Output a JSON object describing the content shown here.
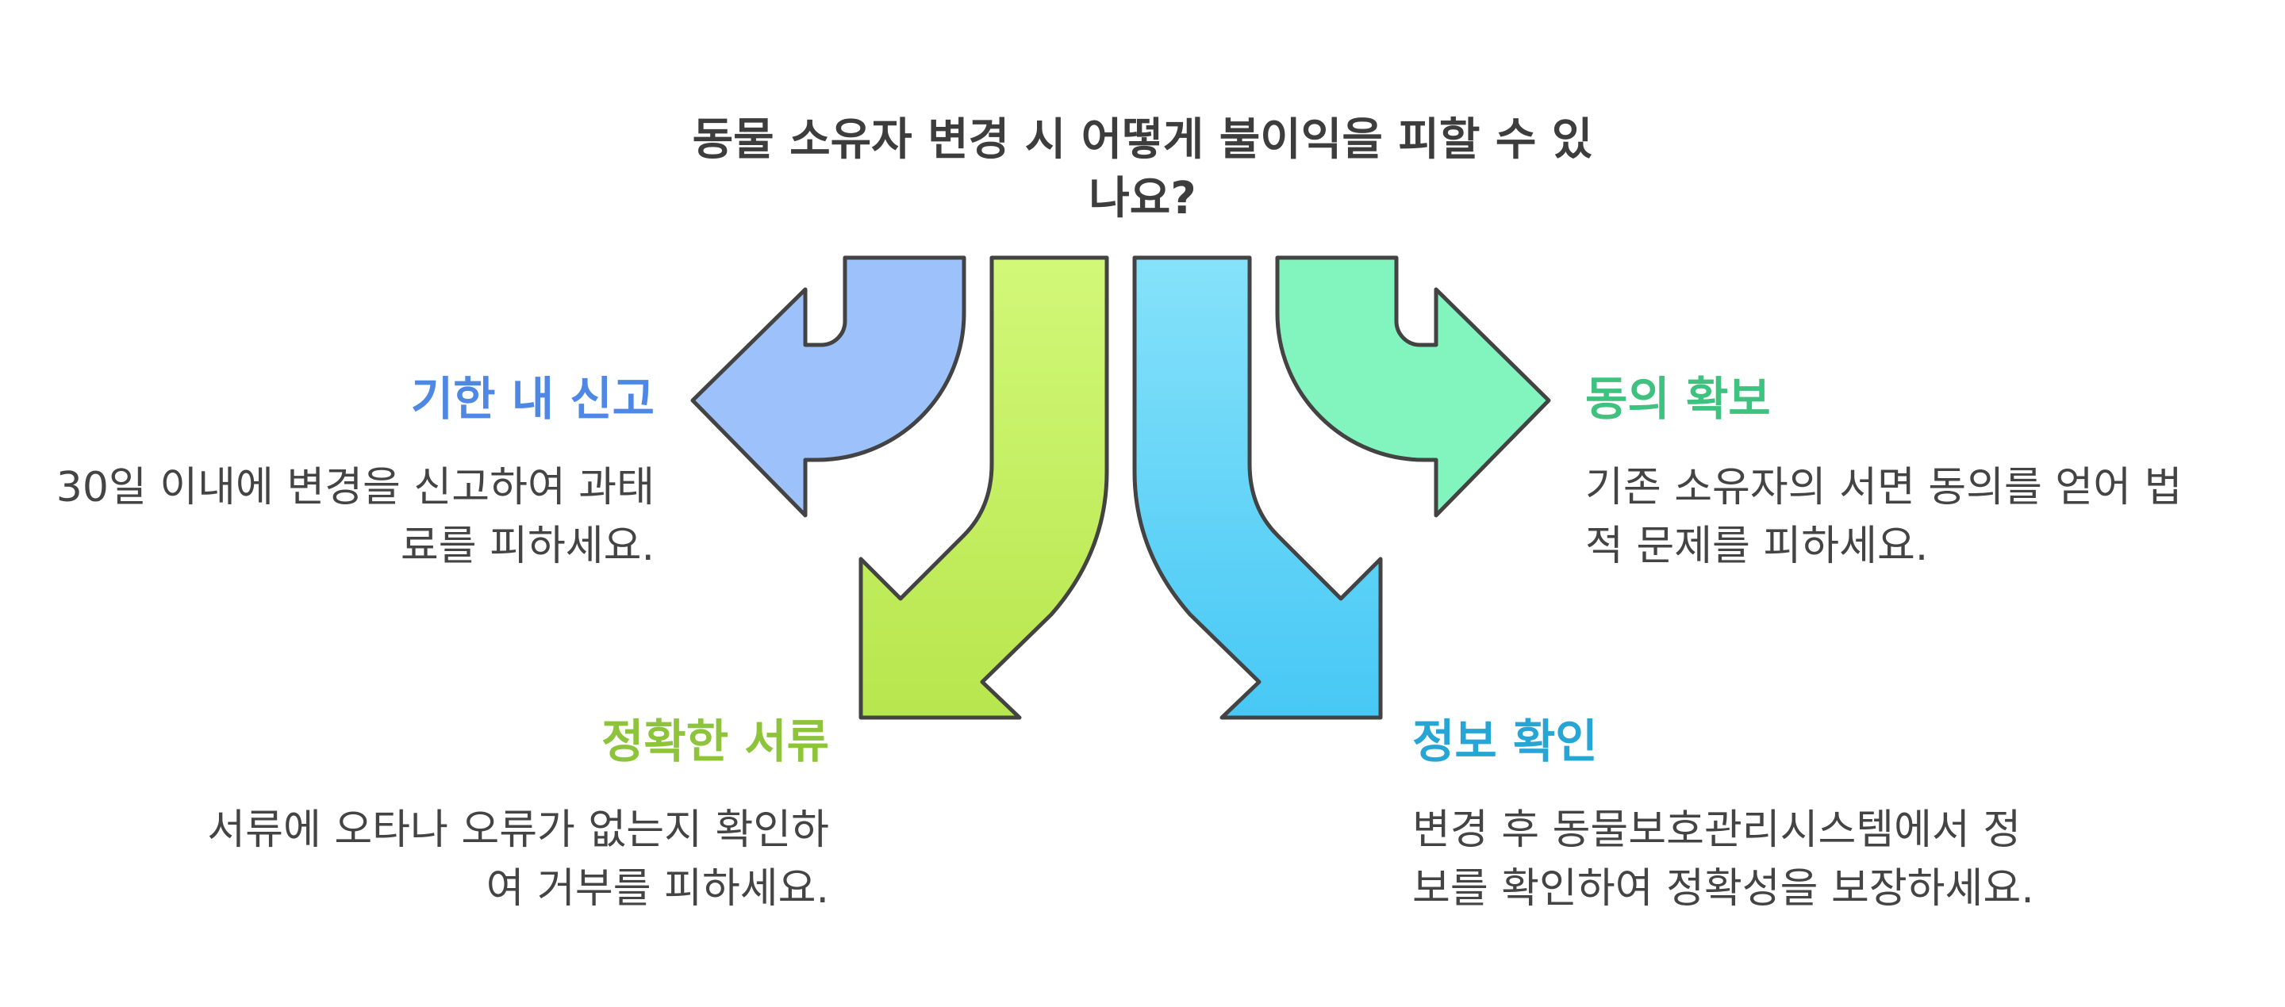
{
  "title": "동물 소유자 변경 시 어떻게 불이익을 피할 수 있나요?",
  "items": [
    {
      "heading": "기한 내 신고",
      "color": "#4f88e4",
      "desc": "30일 이내에 변경을 신고하여 과태료를 피하세요."
    },
    {
      "heading": "정확한 서류",
      "color": "#8ec43c",
      "desc": "서류에 오타나 오류가 없는지 확인하여 거부를 피하세요."
    },
    {
      "heading": "정보 확인",
      "color": "#27a6d6",
      "desc": "변경 후 동물보호관리시스템에서 정보를 확인하여 정확성을 보장하세요."
    },
    {
      "heading": "동의 확보",
      "color": "#3fc27f",
      "desc": "기존 소유자의 서면 동의를 얻어 법적 문제를 피하세요."
    }
  ],
  "arrow_colors": {
    "blue": "#9cc1fb",
    "lime": "#c8ef6a",
    "cyan": "#6fd7f7",
    "mint": "#82f4bd",
    "outline": "#434343"
  }
}
